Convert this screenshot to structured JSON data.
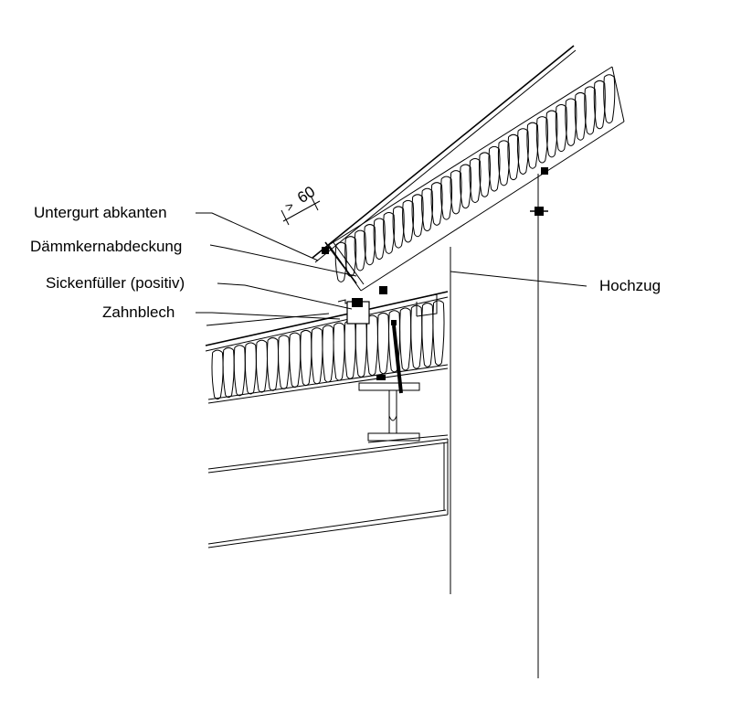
{
  "labels": {
    "untergurt": "Untergurt abkanten",
    "daemmkern": "Dämmkernabdeckung",
    "sickenfueller": "Sickenfüller (positiv)",
    "zahnblech": "Zahnblech",
    "hochzug": "Hochzug"
  },
  "dimension": {
    "prefix": ">",
    "value": "60"
  }
}
